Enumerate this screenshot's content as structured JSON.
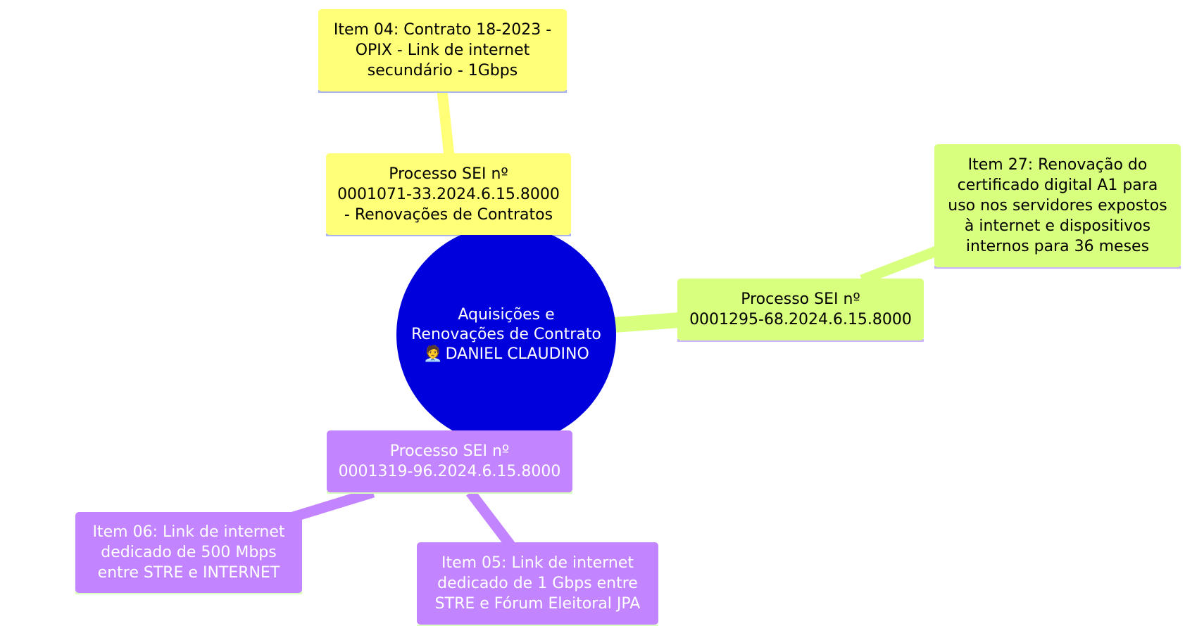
{
  "colors": {
    "root_fill": "#0000dd",
    "root_text": "#ffffff",
    "yellow_fill": "#ffff78",
    "yellow_edge": "#ffff78",
    "yellow_underline": "#aab4f0",
    "green_fill": "#d9ff7f",
    "green_edge": "#d9ff7f",
    "green_underline": "#c8b4ff",
    "purple_fill": "#c284ff",
    "purple_edge": "#c284ff",
    "purple_underline": "#d9ffbf",
    "dark_text": "#000000",
    "light_text": "#ffffff"
  },
  "root": {
    "icon": "person-icon",
    "line1": "Aquisições e\nRenovações de Contrato",
    "line2": "DANIEL CLAUDINO"
  },
  "branches": {
    "yellow": {
      "process": "Processo SEI nº\n0001071-33.2024.6.15.8000\n- Renovações de Contratos",
      "item": "Item 04: Contrato 18-2023 -\nOPIX - Link de internet\nsecundário - 1Gbps"
    },
    "green": {
      "process": "Processo SEI nº\n0001295-68.2024.6.15.8000",
      "item": "Item 27: Renovação do\ncertificado digital A1 para\nuso nos servidores expostos\nà internet e dispositivos\ninternos para 36 meses"
    },
    "purple": {
      "process": "Processo SEI nº\n0001319-96.2024.6.15.8000",
      "item_a": "Item 06: Link de internet\ndedicado de 500 Mbps\nentre STRE e INTERNET",
      "item_b": "Item 05: Link de internet\ndedicado de 1 Gbps entre\nSTRE e Fórum Eleitoral JPA"
    }
  }
}
